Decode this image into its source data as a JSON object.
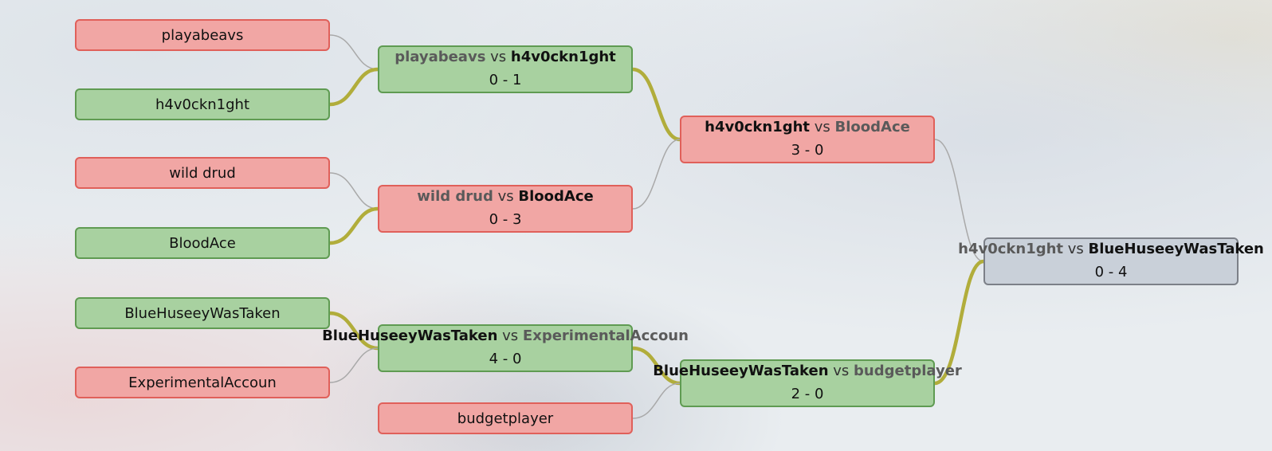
{
  "colors": {
    "win_fill": "#a8d1a0",
    "loss_fill": "#f1a6a4",
    "pending_fill": "#c9d0d9",
    "win_link": "#b1ad3b",
    "loss_link": "#a9a9a9"
  },
  "vs_label": "vs",
  "entrants": [
    {
      "name": "playabeavs",
      "status": "loss"
    },
    {
      "name": "h4v0ckn1ght",
      "status": "win"
    },
    {
      "name": "wild drud",
      "status": "loss"
    },
    {
      "name": "BloodAce",
      "status": "win"
    },
    {
      "name": "BlueHuseeyWasTaken",
      "status": "win"
    },
    {
      "name": "ExperimentalAccoun",
      "status": "loss"
    },
    {
      "name": "budgetplayer",
      "status": "loss"
    }
  ],
  "matches": [
    {
      "id": "r1m1",
      "p1": "playabeavs",
      "p2": "h4v0ckn1ght",
      "score": "0 - 1",
      "winner": "p2",
      "status": "win"
    },
    {
      "id": "r1m2",
      "p1": "wild drud",
      "p2": "BloodAce",
      "score": "0 - 3",
      "winner": "p2",
      "status": "loss"
    },
    {
      "id": "r1m3",
      "p1": "BlueHuseeyWasTaken",
      "p2": "ExperimentalAccoun",
      "score": "4 - 0",
      "winner": "p1",
      "status": "win"
    },
    {
      "id": "r2m1",
      "p1": "h4v0ckn1ght",
      "p2": "BloodAce",
      "score": "3 - 0",
      "winner": "p1",
      "status": "loss"
    },
    {
      "id": "r2m2",
      "p1": "BlueHuseeyWasTaken",
      "p2": "budgetplayer",
      "score": "2 - 0",
      "winner": "p1",
      "status": "win"
    },
    {
      "id": "final",
      "p1": "h4v0ckn1ght",
      "p2": "BlueHuseeyWasTaken",
      "score": "0 - 4",
      "winner": "p2",
      "status": "pending"
    }
  ]
}
